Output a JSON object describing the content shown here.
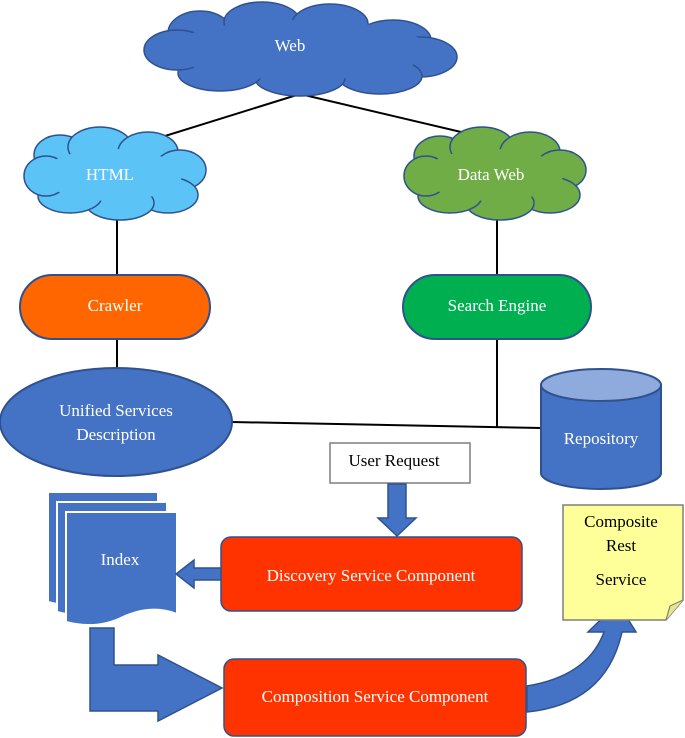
{
  "nodes": {
    "web": {
      "label": "Web"
    },
    "html": {
      "label": "HTML"
    },
    "data_web": {
      "label": "Data Web"
    },
    "crawler": {
      "label": "Crawler"
    },
    "search_engine": {
      "label": "Search Engine"
    },
    "unified_services": {
      "line1": "Unified Services",
      "line2": "Description"
    },
    "repository": {
      "label": "Repository"
    },
    "user_request": {
      "label": "User Request"
    },
    "index": {
      "label": "Index"
    },
    "discovery": {
      "label": "Discovery Service Component"
    },
    "composition": {
      "label": "Composition Service Component"
    },
    "composite_rest": {
      "line1": "Composite",
      "line2": "Rest",
      "line3": "Service"
    }
  },
  "colors": {
    "web_cloud": "#4472c4",
    "html_cloud": "#5bc3f5",
    "data_web_cloud": "#70ad47",
    "crawler": "#ff6600",
    "search_engine": "#00b050",
    "blue_shape": "#4472c4",
    "red_box": "#ff3300",
    "note": "#ffff99",
    "outline": "#2f528f"
  }
}
